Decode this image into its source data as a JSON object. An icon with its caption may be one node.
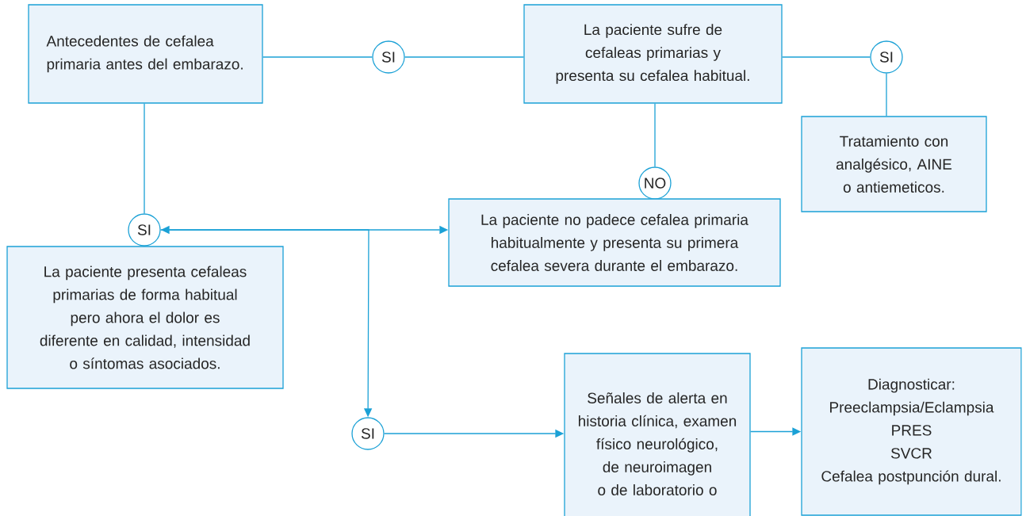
{
  "diagram": {
    "nodes": [
      {
        "text": [
          "Antecedentes de cefalea primaria antes del embarazo."
        ]
      },
      {
        "text": [
          "SI"
        ]
      },
      {
        "text": [
          "La paciente sufre de cefaleas primarias y presenta su cefalea habitual."
        ]
      },
      {
        "text": [
          "SI"
        ]
      },
      {
        "text": [
          "Tratamiento con analgésico, AINE o antiemeticos."
        ]
      },
      {
        "text": [
          "NO"
        ]
      },
      {
        "text": [
          "La paciente no padece cefalea primaria habitualmente y presenta su primera cefalea severa durante el embarazo."
        ]
      },
      {
        "text": [
          "SI"
        ]
      },
      {
        "text": [
          "La paciente presenta cefaleas primarias de forma habitual pero ahora el dolor es diferente en calidad, intensidad o síntomas asociados."
        ]
      },
      {
        "text": [
          "SI"
        ]
      },
      {
        "text": [
          "Señales de alerta en historia clínica, examen físico neurológico, de neuroimagen o de laboratorio o"
        ]
      },
      {
        "text": [
          "Diagnosticar:",
          "Preeclampsia/Eclampsia",
          "PRES",
          "SVCR",
          "Cefalea postpunción dural."
        ]
      }
    ],
    "edges": [
      {
        "from": 0,
        "to": 1,
        "arrow": "none"
      },
      {
        "from": 1,
        "to": 2,
        "arrow": "none"
      },
      {
        "from": 2,
        "to": 3,
        "arrow": "none"
      },
      {
        "from": 3,
        "to": 4,
        "arrow": "none"
      },
      {
        "from": 2,
        "to": 5,
        "arrow": "none"
      },
      {
        "from": 0,
        "to": 7,
        "arrow": "none"
      },
      {
        "from": 7,
        "to": 6,
        "arrow": "both"
      },
      {
        "from": 7,
        "to": 9,
        "arrow": "to"
      },
      {
        "from": 9,
        "to": 10,
        "arrow": "to"
      },
      {
        "from": 10,
        "to": 11,
        "arrow": "to"
      }
    ]
  }
}
